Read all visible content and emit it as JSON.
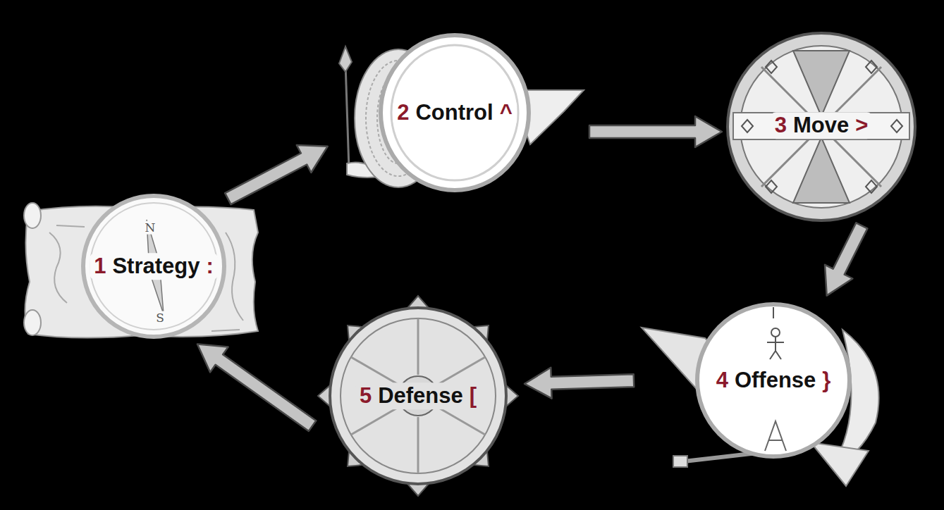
{
  "diagram": {
    "nodes": [
      {
        "text": [
          "1",
          "Strategy",
          ":"
        ]
      },
      {
        "text": [
          "2",
          "Control",
          "^"
        ]
      },
      {
        "text": [
          "3",
          "Move",
          ">"
        ]
      },
      {
        "text": [
          "4",
          "Offense",
          "}"
        ]
      },
      {
        "text": [
          "5",
          "Defense",
          "["
        ]
      }
    ],
    "edges": [
      {
        "from": 0,
        "to": 1,
        "arrow": "to"
      },
      {
        "from": 1,
        "to": 2,
        "arrow": "to"
      },
      {
        "from": 2,
        "to": 3,
        "arrow": "to"
      },
      {
        "from": 3,
        "to": 4,
        "arrow": "to"
      },
      {
        "from": 4,
        "to": 0,
        "arrow": "to"
      }
    ],
    "labels": [
      "N",
      "S"
    ]
  }
}
